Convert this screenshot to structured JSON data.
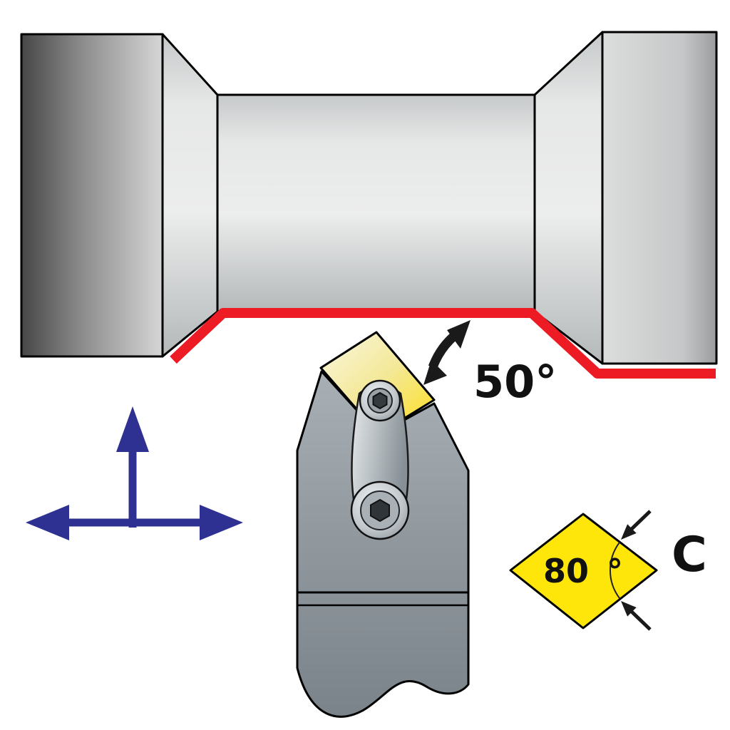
{
  "diagram": {
    "approach_angle": {
      "label": "50°"
    },
    "insert_shape": {
      "angle_value": "80",
      "degree_symbol": "°",
      "code": "C"
    },
    "colors": {
      "toolpath_red": "#ed1c24",
      "feed_arrow_blue": "#2e3192",
      "insert_yellow": "#ffe60a",
      "outline_black": "#000000"
    }
  }
}
